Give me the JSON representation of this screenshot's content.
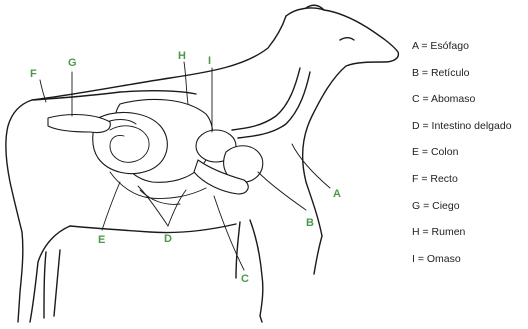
{
  "callouts": {
    "A": "A",
    "B": "B",
    "C": "C",
    "D": "D",
    "E": "E",
    "F": "F",
    "G": "G",
    "H": "H",
    "I": "I"
  },
  "legend": [
    "A = Esófago",
    "B = Retículo",
    "C = Abomaso",
    "D = Intestino delgado",
    "E = Colon",
    "F = Recto",
    "G = Ciego",
    "H = Rumen",
    "I = Omaso"
  ],
  "colors": {
    "callout_text": "#4a9a48",
    "outline": "#1a1a1a",
    "legend_text": "#222222"
  }
}
